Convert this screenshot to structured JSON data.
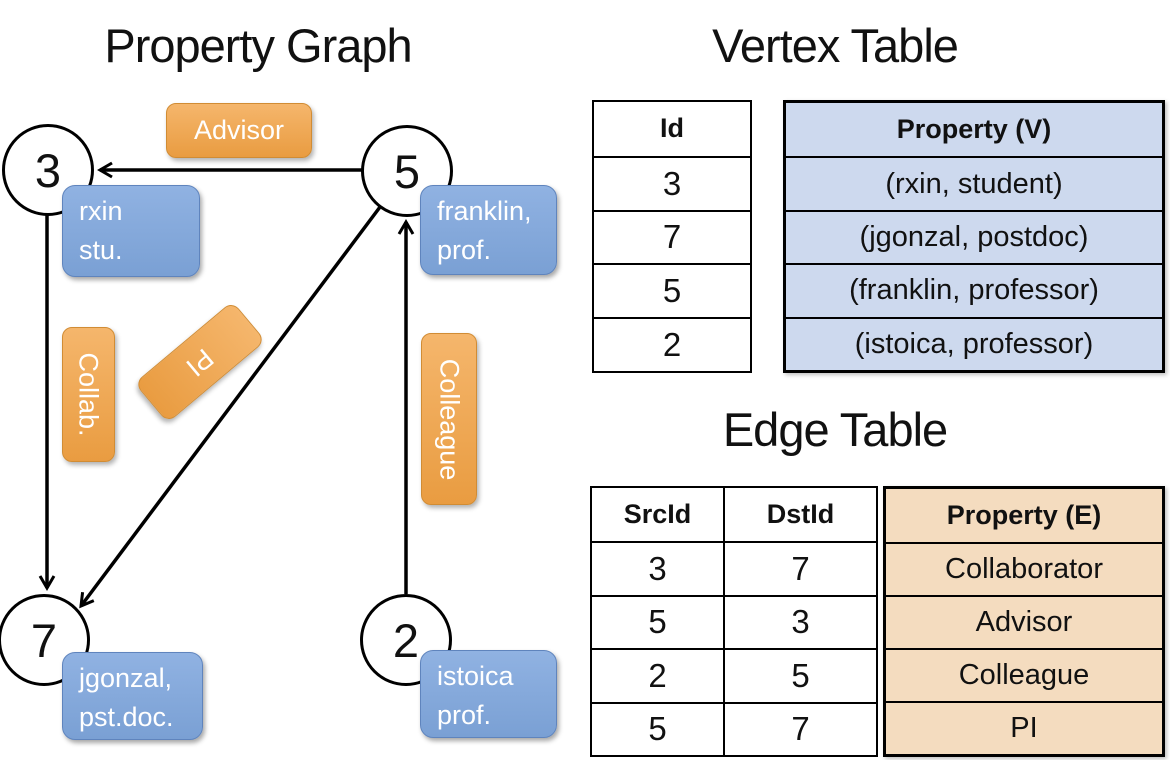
{
  "graph": {
    "title": "Property Graph",
    "nodes": [
      {
        "id": "3",
        "line1": "rxin",
        "line2": "stu."
      },
      {
        "id": "5",
        "line1": "franklin,",
        "line2": "prof."
      },
      {
        "id": "7",
        "line1": "jgonzal,",
        "line2": "pst.doc."
      },
      {
        "id": "2",
        "line1": "istoica",
        "line2": "prof."
      }
    ],
    "edge_labels": {
      "advisor": "Advisor",
      "collab": "Collab.",
      "pi": "PI",
      "colleague": "Colleague"
    }
  },
  "vertex_table": {
    "title": "Vertex Table",
    "columns": {
      "id": "Id",
      "property": "Property (V)"
    },
    "rows": [
      {
        "id": "3",
        "property": "(rxin, student)"
      },
      {
        "id": "7",
        "property": "(jgonzal, postdoc)"
      },
      {
        "id": "5",
        "property": "(franklin, professor)"
      },
      {
        "id": "2",
        "property": "(istoica, professor)"
      }
    ]
  },
  "edge_table": {
    "title": "Edge Table",
    "columns": {
      "src": "SrcId",
      "dst": "DstId",
      "property": "Property (E)"
    },
    "rows": [
      {
        "src": "3",
        "dst": "7",
        "property": "Collaborator"
      },
      {
        "src": "5",
        "dst": "3",
        "property": "Advisor"
      },
      {
        "src": "2",
        "dst": "5",
        "property": "Colleague"
      },
      {
        "src": "5",
        "dst": "7",
        "property": "PI"
      }
    ]
  },
  "colors": {
    "vertex_fill": "#cdd9ee",
    "edge_fill": "#f4dcbf",
    "node_box_blue": "#7aa0d4",
    "label_orange": "#eda14c",
    "line_black": "#000000"
  }
}
